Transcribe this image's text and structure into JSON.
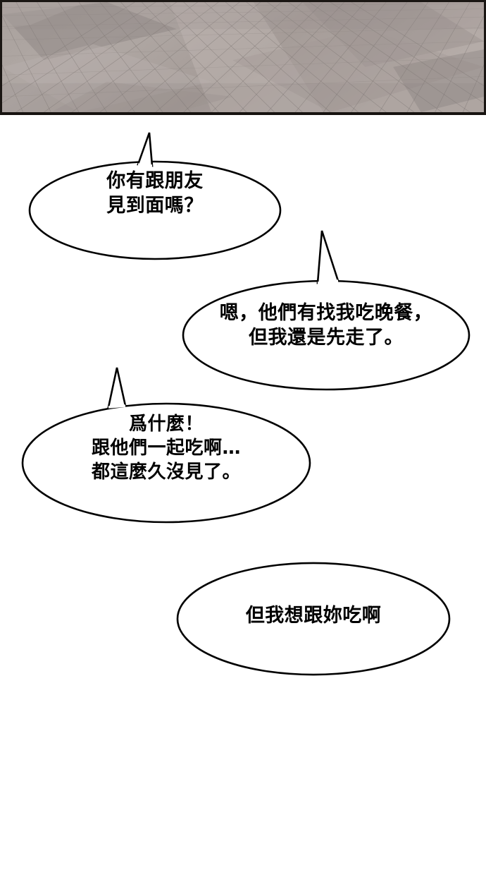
{
  "comic": {
    "page_background": "#ffffff",
    "ink_color": "#000000",
    "panel": {
      "name": "tiled-floor-panel",
      "description": "perspective view of a diamond-patterned tiled floor",
      "border_color": "#1a1613",
      "tile_colors": [
        "#b3aaa6",
        "#9c9490",
        "#8c8481",
        "#c2bab6",
        "#a79e9a",
        "#7f7976"
      ]
    },
    "bubbles": [
      {
        "id": "bubble-1",
        "speaker_side": "left",
        "tail": "up",
        "text": "你有跟朋友\n見到面嗎？",
        "lines": [
          "你有跟朋友",
          "見到面嗎？"
        ]
      },
      {
        "id": "bubble-2",
        "speaker_side": "right",
        "tail": "up",
        "text": "嗯，他們有找我吃晚餐，\n但我還是先走了。",
        "lines": [
          "嗯，他們有找我吃晚餐，",
          "但我還是先走了。"
        ]
      },
      {
        "id": "bubble-3",
        "speaker_side": "left",
        "tail": "up",
        "text": "爲什麼！\n跟他們一起吃啊…\n都這麼久沒見了。",
        "lines": [
          "爲什麼！",
          "跟他們一起吃啊…",
          "都這麼久沒見了。"
        ]
      },
      {
        "id": "bubble-4",
        "speaker_side": "right",
        "tail": "none",
        "text": "但我想跟妳吃啊",
        "lines": [
          "但我想跟妳吃啊"
        ]
      }
    ]
  }
}
